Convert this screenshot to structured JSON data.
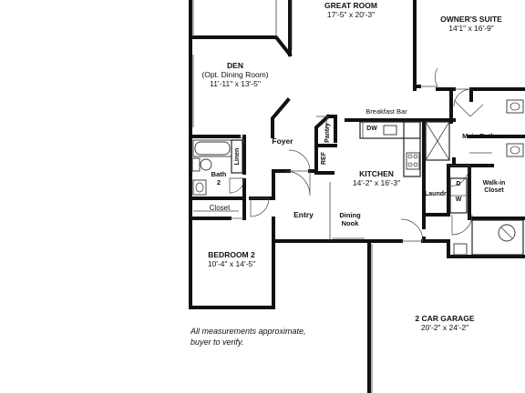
{
  "rooms": {
    "great_room": {
      "name": "GREAT ROOM",
      "dims": "17'-5\" x 20'-3\""
    },
    "owners_suite": {
      "name": "OWNER'S SUITE",
      "dims": "14'1\" x 16'-9\""
    },
    "den": {
      "name": "DEN",
      "sub": "(Opt. Dining Room)",
      "dims": "11'-11\" x 13'-5\""
    },
    "foyer": {
      "name": "Foyer"
    },
    "kitchen": {
      "name": "KITCHEN",
      "dims": "14'-2\" x 16'-3\""
    },
    "breakfast_bar": {
      "name": "Breakfast Bar"
    },
    "main_bath": {
      "name": "Main Bath"
    },
    "bath2": {
      "name": "Bath",
      "num": "2"
    },
    "linen": {
      "name": "Linen"
    },
    "pantry": {
      "name": "Pantry"
    },
    "ref": {
      "name": "REF"
    },
    "dw": {
      "name": "DW"
    },
    "closet": {
      "name": "Closet"
    },
    "walkin": {
      "name": "Walk-in",
      "sub": "Closet"
    },
    "laundry": {
      "name": "Laundry"
    },
    "washer": {
      "name": "W"
    },
    "dryer": {
      "name": "D"
    },
    "entry": {
      "name": "Entry"
    },
    "dining_nook": {
      "name": "Dining",
      "sub": "Nook"
    },
    "bedroom2": {
      "name": "BEDROOM 2",
      "dims": "10'-4\" x 14'-5\""
    },
    "garage": {
      "name": "2 CAR GARAGE",
      "dims": "20'-2\" x 24'-2\""
    }
  },
  "note": {
    "line1": "All measurements approximate,",
    "line2": "buyer to verify."
  }
}
